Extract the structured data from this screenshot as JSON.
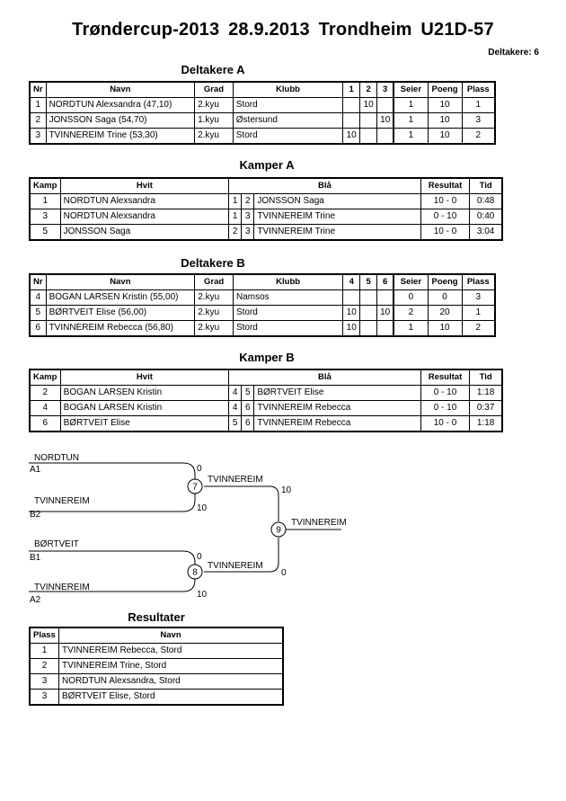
{
  "header": {
    "title": "Trøndercup-2013  28.9.2013  Trondheim   U21D-57",
    "participants": "Deltakere: 6"
  },
  "pool_a": {
    "title": "Deltakere A",
    "headers": [
      "Nr",
      "Navn",
      "Grad",
      "Klubb",
      "1",
      "2",
      "3",
      "Seier",
      "Poeng",
      "Plass"
    ],
    "rows": [
      {
        "nr": "1",
        "name": "NORDTUN Alexsandra  (47,10)",
        "grade": "2.kyu",
        "club": "Stord",
        "s1": "",
        "s2": "10",
        "s3": "",
        "wins": "1",
        "points": "10",
        "place": "1"
      },
      {
        "nr": "2",
        "name": "JONSSON Saga  (54,70)",
        "grade": "1.kyu",
        "club": "Østersund",
        "s1": "",
        "s2": "",
        "s3": "10",
        "wins": "1",
        "points": "10",
        "place": "3"
      },
      {
        "nr": "3",
        "name": "TVINNEREIM Trine  (53,30)",
        "grade": "2.kyu",
        "club": "Stord",
        "s1": "10",
        "s2": "",
        "s3": "",
        "wins": "1",
        "points": "10",
        "place": "2"
      }
    ]
  },
  "matches_a": {
    "title": "Kamper A",
    "headers": [
      "Kamp",
      "Hvit",
      "Blå",
      "Resultat",
      "Tid"
    ],
    "rows": [
      {
        "kamp": "1",
        "white": "NORDTUN Alexsandra",
        "wn": "1",
        "bn": "2",
        "blue": "JONSSON Saga",
        "result": "10 - 0",
        "time": "0:48"
      },
      {
        "kamp": "3",
        "white": "NORDTUN Alexsandra",
        "wn": "1",
        "bn": "3",
        "blue": "TVINNEREIM Trine",
        "result": "0 - 10",
        "time": "0:40"
      },
      {
        "kamp": "5",
        "white": "JONSSON Saga",
        "wn": "2",
        "bn": "3",
        "blue": "TVINNEREIM Trine",
        "result": "10 - 0",
        "time": "3:04"
      }
    ]
  },
  "pool_b": {
    "title": "Deltakere B",
    "headers": [
      "Nr",
      "Navn",
      "Grad",
      "Klubb",
      "4",
      "5",
      "6",
      "Seier",
      "Poeng",
      "Plass"
    ],
    "rows": [
      {
        "nr": "4",
        "name": "BOGAN LARSEN Kristin  (55,00)",
        "grade": "2.kyu",
        "club": "Namsos",
        "s1": "",
        "s2": "",
        "s3": "",
        "wins": "0",
        "points": "0",
        "place": "3"
      },
      {
        "nr": "5",
        "name": "BØRTVEIT Elise  (56,00)",
        "grade": "2.kyu",
        "club": "Stord",
        "s1": "10",
        "s2": "",
        "s3": "10",
        "wins": "2",
        "points": "20",
        "place": "1"
      },
      {
        "nr": "6",
        "name": "TVINNEREIM Rebecca  (56,80)",
        "grade": "2.kyu",
        "club": "Stord",
        "s1": "10",
        "s2": "",
        "s3": "",
        "wins": "1",
        "points": "10",
        "place": "2"
      }
    ]
  },
  "matches_b": {
    "title": "Kamper B",
    "headers": [
      "Kamp",
      "Hvit",
      "Blå",
      "Resultat",
      "Tid"
    ],
    "rows": [
      {
        "kamp": "2",
        "white": "BOGAN LARSEN Kristin",
        "wn": "4",
        "bn": "5",
        "blue": "BØRTVEIT Elise",
        "result": "0 - 10",
        "time": "1:18"
      },
      {
        "kamp": "4",
        "white": "BOGAN LARSEN Kristin",
        "wn": "4",
        "bn": "6",
        "blue": "TVINNEREIM Rebecca",
        "result": "0 - 10",
        "time": "0:37"
      },
      {
        "kamp": "6",
        "white": "BØRTVEIT Elise",
        "wn": "5",
        "bn": "6",
        "blue": "TVINNEREIM Rebecca",
        "result": "10 - 0",
        "time": "1:18"
      }
    ]
  },
  "bracket": {
    "sf1": {
      "top_name": "NORDTUN",
      "top_seed": "A1",
      "top_score": "0",
      "bottom_name": "TVINNEREIM",
      "bottom_seed": "B2",
      "bottom_score": "10",
      "match": "7",
      "winner": "TVINNEREIM"
    },
    "sf2": {
      "top_name": "BØRTVEIT",
      "top_seed": "B1",
      "top_score": "0",
      "bottom_name": "TVINNEREIM",
      "bottom_seed": "A2",
      "bottom_score": "10",
      "match": "8",
      "winner": "TVINNEREIM"
    },
    "final": {
      "top_score": "10",
      "bottom_score": "0",
      "match": "9",
      "winner": "TVINNEREIM"
    }
  },
  "results": {
    "title": "Resultater",
    "headers": [
      "Plass",
      "Navn"
    ],
    "rows": [
      {
        "place": "1",
        "name": "TVINNEREIM Rebecca, Stord"
      },
      {
        "place": "2",
        "name": "TVINNEREIM Trine, Stord"
      },
      {
        "place": "3",
        "name": "NORDTUN Alexsandra, Stord"
      },
      {
        "place": "3",
        "name": "BØRTVEIT Elise, Stord"
      }
    ]
  }
}
